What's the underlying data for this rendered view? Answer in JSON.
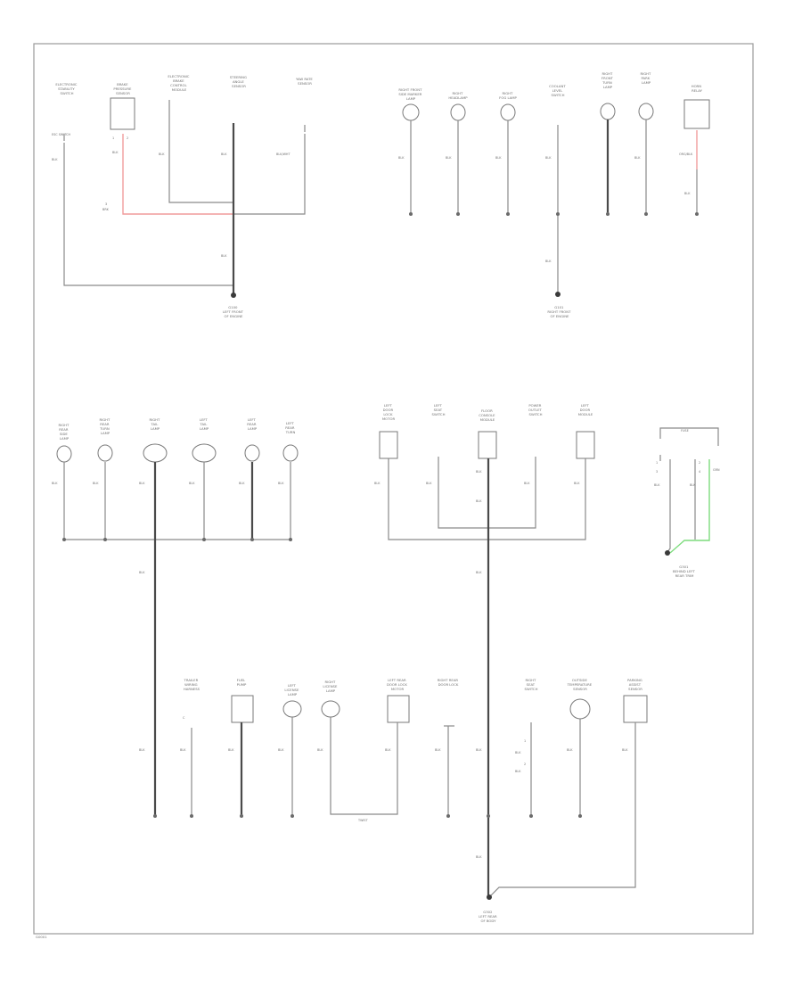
{
  "frame_caption": "G0001",
  "components": [
    {
      "id": "c1",
      "label": [
        "ELECTRONIC",
        "STABILITY",
        "SWITCH"
      ]
    },
    {
      "id": "c2",
      "label": [
        "BRAKE",
        "PRESSURE",
        "SENSOR"
      ]
    },
    {
      "id": "c3",
      "label": [
        "ELECTRONIC",
        "BRAKE",
        "CONTROL",
        "MODULE"
      ]
    },
    {
      "id": "c4",
      "label": [
        "STEERING",
        "ANGLE",
        "SENSOR"
      ]
    },
    {
      "id": "c5",
      "label": [
        "YAW RATE",
        "SENSOR"
      ]
    },
    {
      "id": "c6",
      "label": [
        "RIGHT FRONT",
        "SIDE MARKER",
        "LAMP"
      ]
    },
    {
      "id": "c7",
      "label": [
        "RIGHT",
        "HEADLAMP"
      ]
    },
    {
      "id": "c8",
      "label": [
        "RIGHT",
        "FOG LAMP"
      ]
    },
    {
      "id": "c9",
      "label": [
        "COOLANT",
        "LEVEL",
        "SWITCH"
      ]
    },
    {
      "id": "c10",
      "label": [
        "RIGHT",
        "FRONT",
        "TURN",
        "LAMP"
      ]
    },
    {
      "id": "c11",
      "label": [
        "RIGHT",
        "PARK",
        "LAMP"
      ]
    },
    {
      "id": "c12",
      "label": [
        "HORN",
        "RELAY"
      ]
    },
    {
      "id": "c13",
      "label": [
        "RIGHT",
        "REAR",
        "SIDE",
        "LAMP"
      ]
    },
    {
      "id": "c14",
      "label": [
        "RIGHT",
        "REAR",
        "TURN",
        "LAMP"
      ]
    },
    {
      "id": "c15",
      "label": [
        "RIGHT",
        "TAIL",
        "LAMP"
      ]
    },
    {
      "id": "c16",
      "label": [
        "LEFT",
        "TAIL",
        "LAMP"
      ]
    },
    {
      "id": "c17",
      "label": [
        "LEFT",
        "REAR",
        "LAMP"
      ]
    },
    {
      "id": "c18",
      "label": [
        "LEFT",
        "REAR",
        "TURN"
      ]
    },
    {
      "id": "c19",
      "label": [
        "LEFT",
        "DOOR",
        "LOCK",
        "MOTOR"
      ]
    },
    {
      "id": "c20",
      "label": [
        "LEFT",
        "SEAT",
        "SWITCH"
      ]
    },
    {
      "id": "c21",
      "label": [
        "FLOOR",
        "CONSOLE",
        "MODULE"
      ]
    },
    {
      "id": "c22",
      "label": [
        "POWER",
        "OUTLET",
        "SWITCH"
      ]
    },
    {
      "id": "c23",
      "label": [
        "LEFT",
        "DOOR",
        "MODULE"
      ]
    },
    {
      "id": "c24",
      "label": [
        "TRAILER",
        "WIRING",
        "HARNESS"
      ]
    },
    {
      "id": "c25",
      "label": [
        "FUEL",
        "PUMP"
      ]
    },
    {
      "id": "c26",
      "label": [
        "LEFT",
        "LICENSE",
        "LAMP"
      ]
    },
    {
      "id": "c27",
      "label": [
        "RIGHT",
        "LICENSE",
        "LAMP"
      ]
    },
    {
      "id": "c28",
      "label": [
        "LEFT REAR",
        "DOOR LOCK",
        "MOTOR"
      ]
    },
    {
      "id": "c29",
      "label": [
        "RIGHT REAR",
        "DOOR LOCK"
      ]
    },
    {
      "id": "c30",
      "label": [
        "RIGHT",
        "SEAT",
        "SWITCH"
      ]
    },
    {
      "id": "c31",
      "label": [
        "OUTSIDE",
        "TEMPERATURE",
        "SENSOR"
      ]
    },
    {
      "id": "c32",
      "label": [
        "PARKING",
        "ASSIST",
        "SENSOR"
      ]
    }
  ],
  "wire_labels": {
    "s1_l": "BLK",
    "s1_a": "BLK",
    "s1_b": "BLK",
    "s1_d": "BLK",
    "s1_e": "BLK/WHT",
    "s1_f": "BLK",
    "s2_a": "BLK",
    "s2_b": "BLK",
    "s2_c": "BLK",
    "s2_d": "BLK",
    "s2_e": "BLK",
    "s2_f": "ORG/BLK",
    "s2_g": "BLK",
    "s2_h": "BLK",
    "s3_a": "BLK",
    "s3_b": "BLK",
    "s3_c": "BLK",
    "s3_d": "BLK",
    "s3_e": "BLK",
    "s3_f": "BLK",
    "s3_g": "BLK",
    "s4_a": "BLK",
    "s4_b": "BLK",
    "s4_c": "BLK",
    "s4_d": "BLK",
    "s4_e": "BLK",
    "s4_f": "BLK",
    "s4_g": "BLK",
    "s5_a": "BLK",
    "s5_b": "BLK",
    "s5_c": "GRN",
    "s6_a": "BLK",
    "s6_b": "BLK",
    "s6_c": "BLK",
    "s6_d": "BLK",
    "s6_e": "BLK",
    "s6_f": "BLK",
    "s6_g": "BLK",
    "s6_h": "BLK",
    "s6_i": "BLK",
    "s6_j": "BLK",
    "s6_k": "BLK",
    "s6_l": "BLK",
    "s6_m": "BLK"
  },
  "splices": {
    "s1_sw": "ESC SWITCH",
    "s1_sw2": "BRK",
    "s1_pin1": "1",
    "s1_pin2": "2",
    "s1_pin3": "3",
    "s4_box": "FUSE",
    "s4_pin1": "1",
    "s4_pin2": "2",
    "s4_pin3": "3",
    "s4_pin4": "4",
    "s6_pin1": "C",
    "s6_pin2": "1",
    "s6_pin3": "2",
    "s6_twist": "TWIST"
  },
  "grounds": {
    "g1": [
      "G100",
      "LEFT FRONT",
      "OF ENGINE"
    ],
    "g2": [
      "G101",
      "RIGHT FRONT",
      "OF ENGINE"
    ],
    "g3": [
      "G301",
      "BEHIND LEFT",
      "REAR TRIM"
    ],
    "g4": [
      "G302",
      "LEFT REAR",
      "OF BODY"
    ]
  }
}
